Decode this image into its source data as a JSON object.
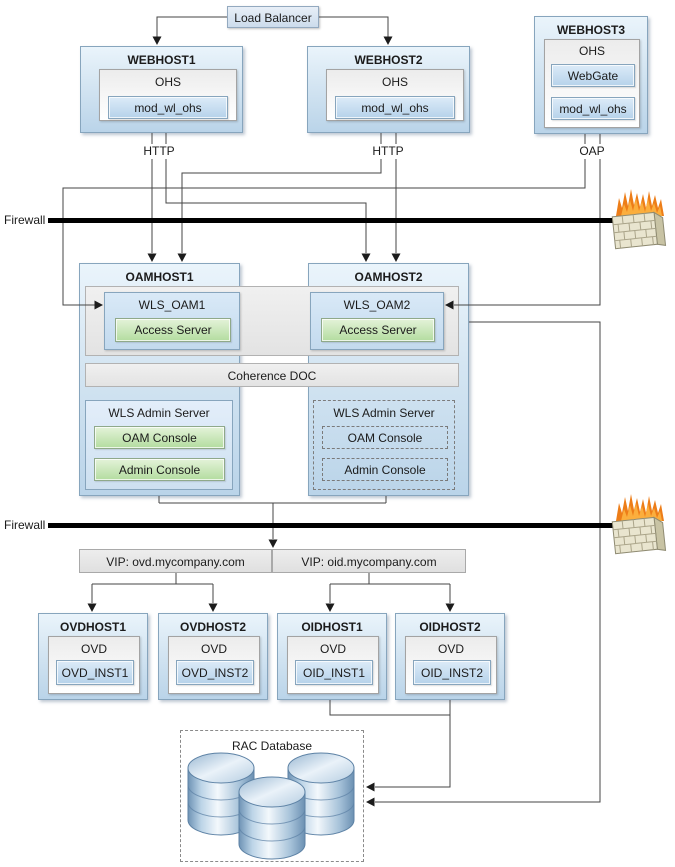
{
  "diagram": {
    "load_balancer": {
      "label": "Load Balancer"
    },
    "webhosts": [
      {
        "title": "WEBHOST1",
        "layer": "OHS",
        "module": "mod_wl_ohs",
        "protocol": "HTTP"
      },
      {
        "title": "WEBHOST2",
        "layer": "OHS",
        "module": "mod_wl_ohs",
        "protocol": "HTTP"
      },
      {
        "title": "WEBHOST3",
        "layer": "OHS",
        "webgate": "WebGate",
        "module": "mod_wl_ohs",
        "protocol": "OAP"
      }
    ],
    "firewalls": [
      "Firewall",
      "Firewall"
    ],
    "oamhosts": [
      {
        "title": "OAMHOST1",
        "managed_server": "WLS_OAM1",
        "access_server": "Access Server",
        "admin_server": {
          "title": "WLS Admin Server",
          "consoles": [
            "OAM Console",
            "Admin Console"
          ],
          "style": "solid"
        }
      },
      {
        "title": "OAMHOST2",
        "managed_server": "WLS_OAM2",
        "access_server": "Access Server",
        "admin_server": {
          "title": "WLS Admin Server",
          "consoles": [
            "OAM Console",
            "Admin Console"
          ],
          "style": "dashed"
        }
      }
    ],
    "coherence": {
      "label": "Coherence DOC"
    },
    "vips": [
      {
        "label": "VIP: ovd.mycompany.com"
      },
      {
        "label": "VIP: oid.mycompany.com"
      }
    ],
    "directory_hosts": [
      {
        "title": "OVDHOST1",
        "layer": "OVD",
        "instance": "OVD_INST1"
      },
      {
        "title": "OVDHOST2",
        "layer": "OVD",
        "instance": "OVD_INST2"
      },
      {
        "title": "OIDHOST1",
        "layer": "OVD",
        "instance": "OID_INST1"
      },
      {
        "title": "OIDHOST2",
        "layer": "OVD",
        "instance": "OID_INST2"
      }
    ],
    "database": {
      "label": "RAC Database"
    },
    "icons": {
      "firewall": "firewall-brick-flames-icon",
      "database": "database-cylinders-icon"
    },
    "colors": {
      "host_blue_light": "#eaf4fb",
      "host_blue_dark": "#bad4e9",
      "chip_blue": "#bfd8ec",
      "chip_green": "#bfe2ab",
      "band_gray": "#e8e8e8",
      "line": "#454545",
      "firewall_line": "#000000",
      "flame_orange": "#f59422",
      "brick_beige": "#e9e5cf",
      "db_blue": "#7ba0c1"
    }
  }
}
